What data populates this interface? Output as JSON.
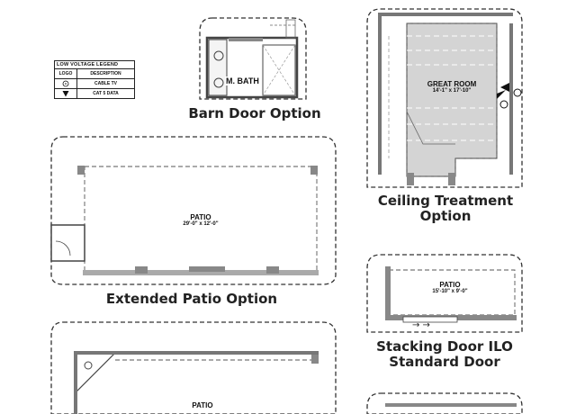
{
  "legend": {
    "title": "LOW VOLTAGE LEGEND",
    "col_logo": "LOGO",
    "col_description": "DESCRIPTION",
    "items": [
      "CABLE TV",
      "CAT 5 DATA"
    ]
  },
  "barn_door": {
    "room": "M. BATH",
    "caption": "Barn Door Option"
  },
  "ceiling": {
    "room": "GREAT ROOM",
    "dims": "14'-1\" x 17'-10\"",
    "caption": "Ceiling Treatment Option"
  },
  "patio_ext": {
    "room": "PATIO",
    "dims": "29'-0\" x 12'-0\"",
    "caption": "Extended Patio Option"
  },
  "stacking": {
    "room": "PATIO",
    "dims": "15'-10\" x 9'-0\"",
    "caption": "Stacking Door ILO Standard Door"
  },
  "patio_bottom": {
    "room": "PATIO"
  }
}
